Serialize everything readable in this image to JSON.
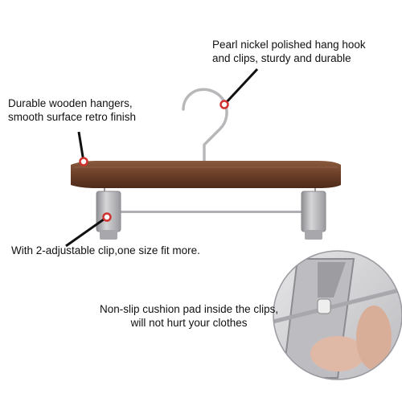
{
  "callouts": {
    "hook": {
      "line1": "Pearl nickel polished hang hook",
      "line2": "and clips, sturdy and durable"
    },
    "wood": {
      "line1": "Durable wooden hangers,",
      "line2": "smooth surface retro finish"
    },
    "clip": {
      "line1": "With 2-adjustable clip,one size fit more."
    },
    "pad": {
      "line1": "Non-slip cushion pad inside the clips,",
      "line2": "will not hurt your clothes"
    }
  },
  "colors": {
    "wood": "#6b3f28",
    "metal": "#b9b9bc",
    "marker": "#d0322f",
    "pointer": "#111111"
  }
}
